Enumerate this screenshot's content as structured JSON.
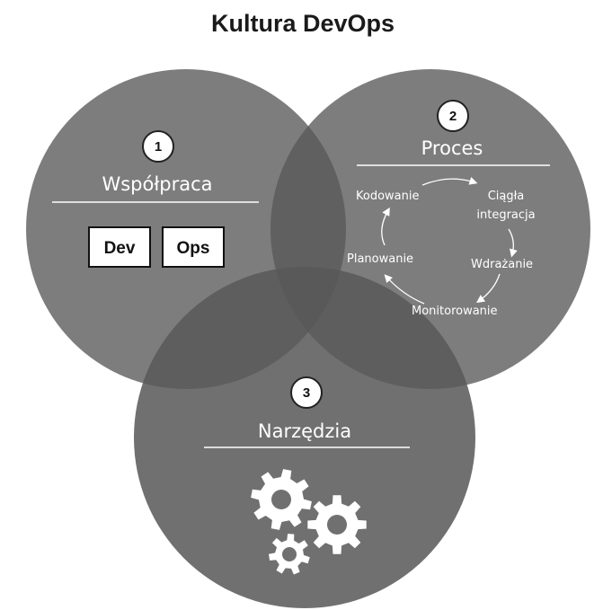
{
  "title": "Kultura DevOps",
  "sections": [
    {
      "number": "1",
      "title": "Współpraca",
      "boxes": [
        "Dev",
        "Ops"
      ]
    },
    {
      "number": "2",
      "title": "Proces",
      "cycle": {
        "kodowanie": "Kodowanie",
        "integracja_line1": "Ciągła",
        "integracja_line2": "integracja",
        "wdrazanie": "Wdrażanie",
        "monitorowanie": "Monitorowanie",
        "planowanie": "Planowanie"
      }
    },
    {
      "number": "3",
      "title": "Narzędzia",
      "icon": "gears-icon"
    }
  ],
  "colors": {
    "circle_fill": "#585858",
    "background": "#ffffff",
    "text_light": "#ffffff",
    "text_dark": "#111111"
  }
}
